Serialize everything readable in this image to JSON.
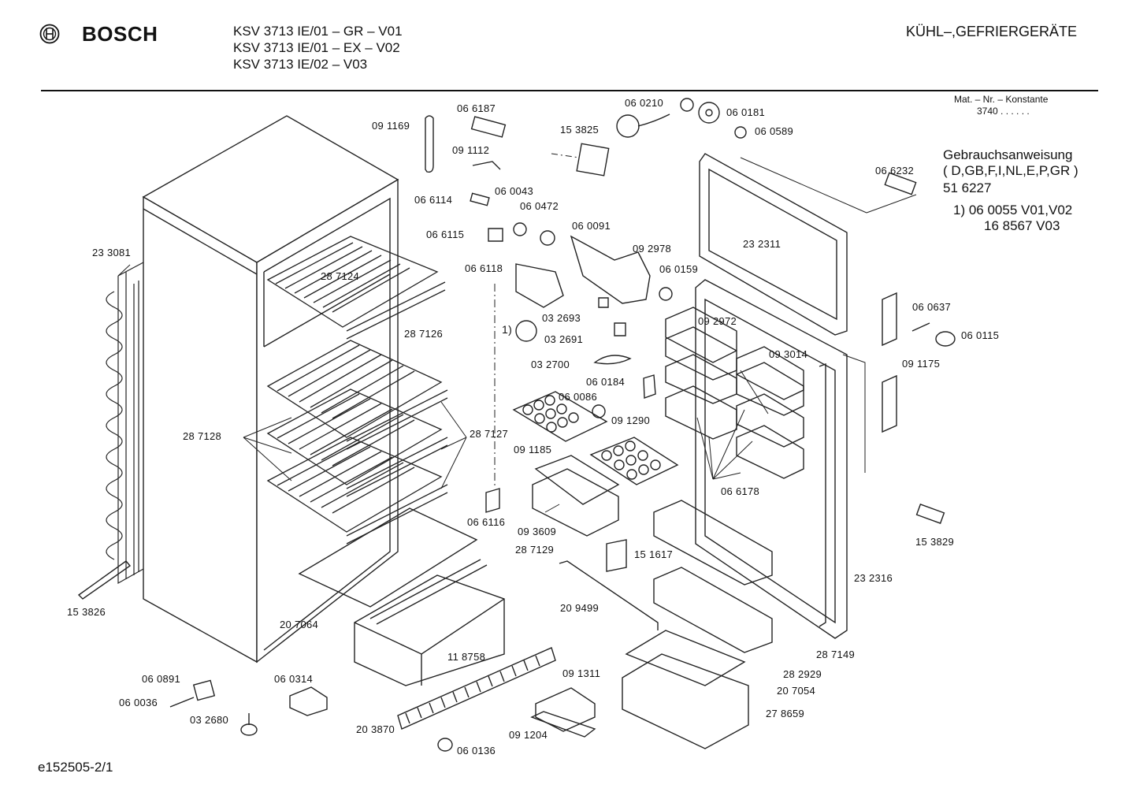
{
  "header": {
    "brand": "BOSCH",
    "models": [
      "KSV 3713 IE/01 – GR – V01",
      "KSV 3713 IE/01 – EX – V02",
      "KSV 3713 IE/02 – V03"
    ],
    "category": "KÜHL–,GEFRIERGERÄTE"
  },
  "material_number": {
    "label": "Mat. – Nr. – Konstante",
    "value": "3740 . . . . . ."
  },
  "manual": {
    "title": "Gebrauchsanweisung",
    "languages": "( D,GB,F,I,NL,E,P,GR )",
    "number": "51 6227",
    "note_line1": "1) 06 0055 V01,V02",
    "note_line2": "16 8567 V03"
  },
  "parts": [
    "06 6187",
    "06 0210",
    "06 0181",
    "09 1169",
    "15 3825",
    "06 0589",
    "09 1112",
    "06 6232",
    "06 6114",
    "06 0043",
    "06 0472",
    "06 0091",
    "06 6115",
    "09 2978",
    "23 2311",
    "23 3081",
    "06 6118",
    "06 0159",
    "28 7124",
    "06 0637",
    "03 2693",
    "09 2972",
    "28 7126",
    "1)",
    "03 2691",
    "06 0115",
    "09 3014",
    "03 2700",
    "09 1175",
    "06 0184",
    "06 0086",
    "09 1290",
    "28 7128",
    "28 7127",
    "09 1185",
    "06 6178",
    "06 6116",
    "09 3609",
    "15 3829",
    "28 7129",
    "15 1617",
    "23 2316",
    "15 3826",
    "20 9499",
    "20 7064",
    "28 7149",
    "11 8758",
    "28 2929",
    "09 1311",
    "06 0891",
    "06 0314",
    "20 7054",
    "06 0036",
    "03 2680",
    "27 8659",
    "20 3870",
    "09 1204",
    "06 0136"
  ],
  "document_id": "e152505-2/1"
}
